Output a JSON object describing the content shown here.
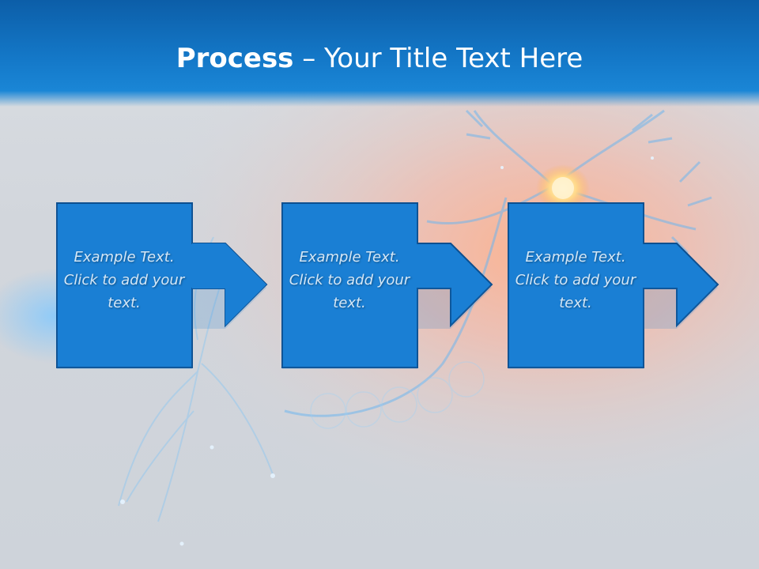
{
  "slide": {
    "title_bold": "Process",
    "title_rest": " – Your Title Text Here"
  },
  "steps": [
    {
      "text": "Example Text. Click  to add your text."
    },
    {
      "text": "Example Text. Click  to add your text."
    },
    {
      "text": "Example Text. Click  to add your text."
    }
  ],
  "colors": {
    "header": "#1478c8",
    "box_fill": "#1a7fd4",
    "box_border": "#0d4f8f"
  }
}
